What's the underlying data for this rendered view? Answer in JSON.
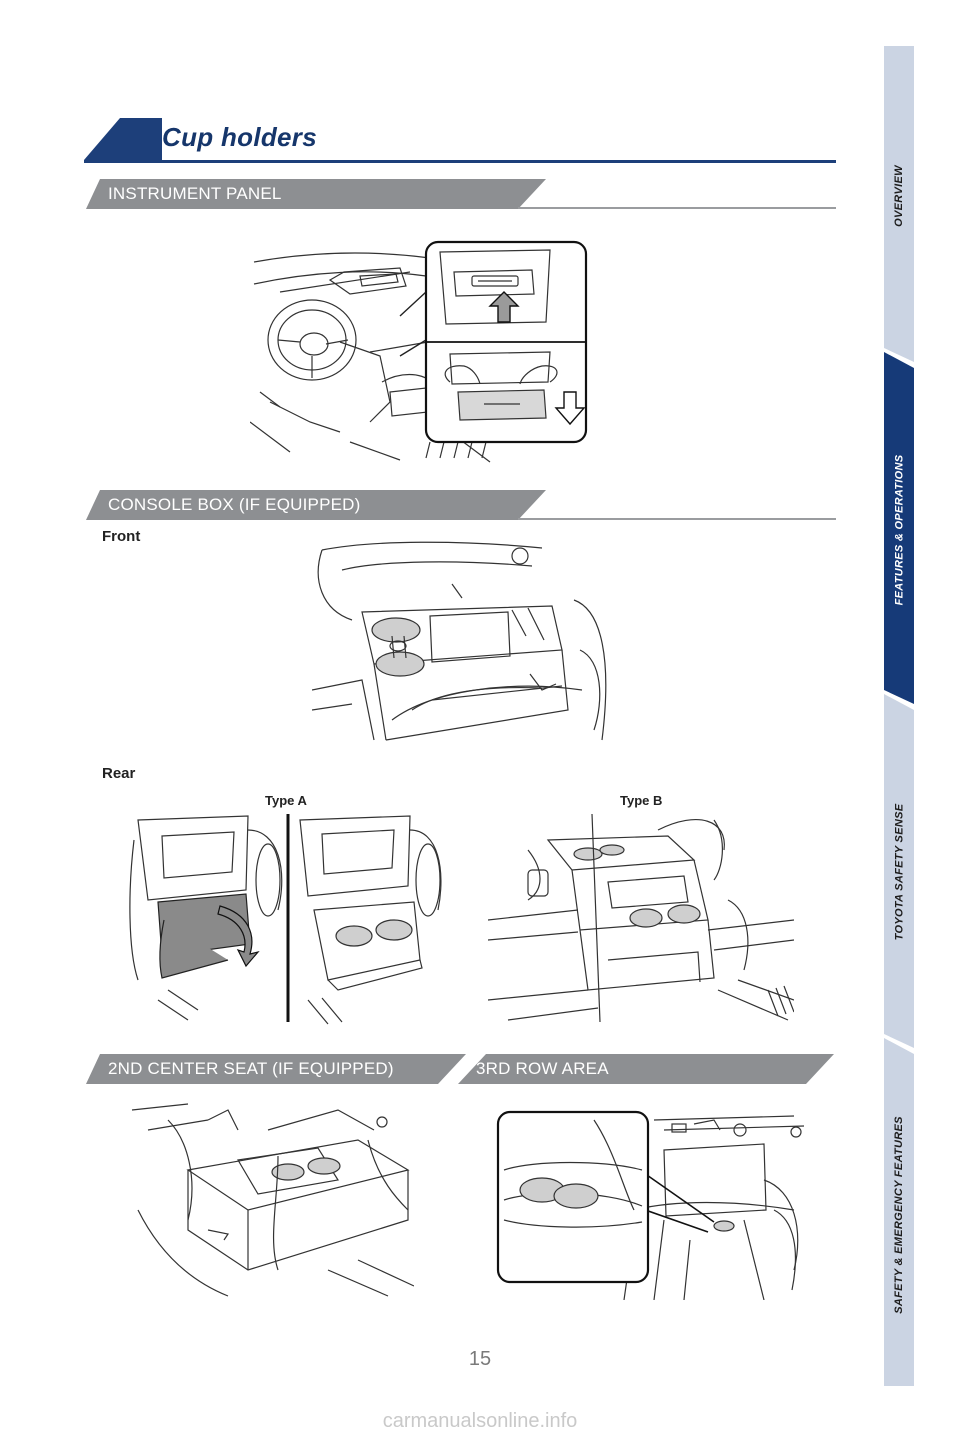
{
  "page": {
    "title": "Cup holders",
    "page_number": "15",
    "watermark": "carmanualsonline.info"
  },
  "sections": {
    "instrument_panel": "INSTRUMENT PANEL",
    "console_box": "CONSOLE BOX (IF EQUIPPED)",
    "second_center_seat": "2ND CENTER SEAT (IF EQUIPPED)",
    "third_row": "3RD ROW AREA"
  },
  "labels": {
    "front": "Front",
    "rear": "Rear",
    "type_a": "Type A",
    "type_b": "Type B"
  },
  "side_nav": {
    "items": [
      {
        "label": "OVERVIEW",
        "active": false
      },
      {
        "label": "FEATURES & OPERATIONS",
        "active": true
      },
      {
        "label": "TOYOTA SAFETY SENSE",
        "active": false
      },
      {
        "label": "SAFETY & EMERGENCY FEATURES",
        "active": false
      }
    ]
  },
  "colors": {
    "brand_navy": "#1d3f7a",
    "banner_gray": "#8d8f92",
    "nav_inactive": "#cbd4e3",
    "nav_active": "#163a78"
  }
}
